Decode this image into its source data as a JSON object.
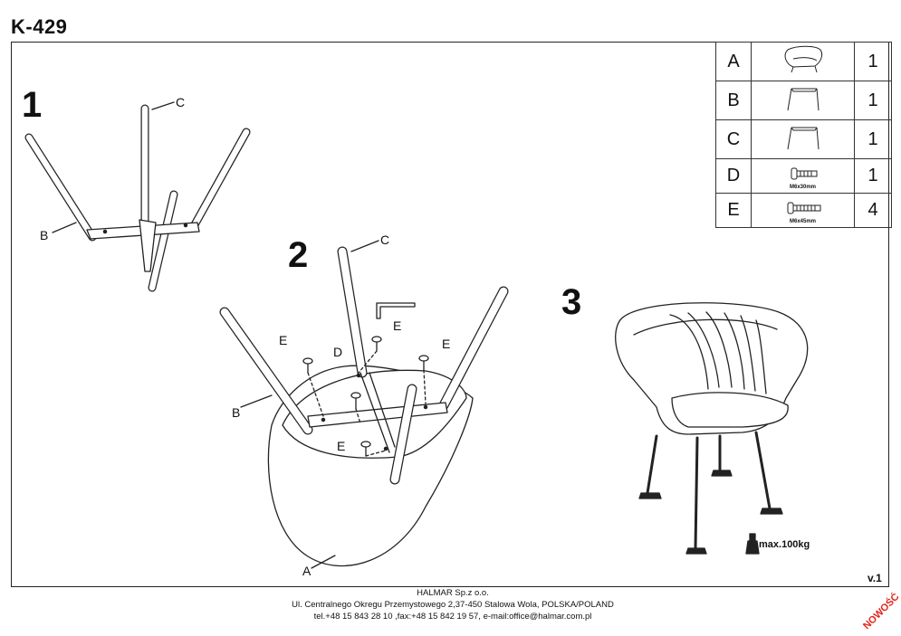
{
  "model": "K-429",
  "steps": [
    "1",
    "2",
    "3"
  ],
  "callouts": {
    "s1": {
      "c": "C",
      "b": "B"
    },
    "s2": {
      "c": "C",
      "e1": "E",
      "e2": "E",
      "e3": "E",
      "e4": "E",
      "d": "D",
      "b": "B",
      "a": "A"
    }
  },
  "parts": [
    {
      "key": "A",
      "icon": "armchair-icon",
      "qty": "1",
      "size": ""
    },
    {
      "key": "B",
      "icon": "leg-frame-icon",
      "qty": "1",
      "size": ""
    },
    {
      "key": "C",
      "icon": "leg-frame-icon",
      "qty": "1",
      "size": ""
    },
    {
      "key": "D",
      "icon": "bolt-icon",
      "qty": "1",
      "size": "M6x30mm"
    },
    {
      "key": "E",
      "icon": "bolt-icon",
      "qty": "4",
      "size": "M6x45mm"
    }
  ],
  "max_load": "max.100kg",
  "version": "v.1",
  "footer": {
    "company": "HALMAR Sp.z o.o.",
    "address": "Ul. Centralnego Okregu Przemystowego 2,37-450 Stalowa Wola, POLSKA/POLAND",
    "contact": "tel.+48 15 843 28 10 ,fax:+48 15 842 19 57, e-mail:office@halmar.com.pl"
  },
  "badge": "NOWOŚĆ"
}
